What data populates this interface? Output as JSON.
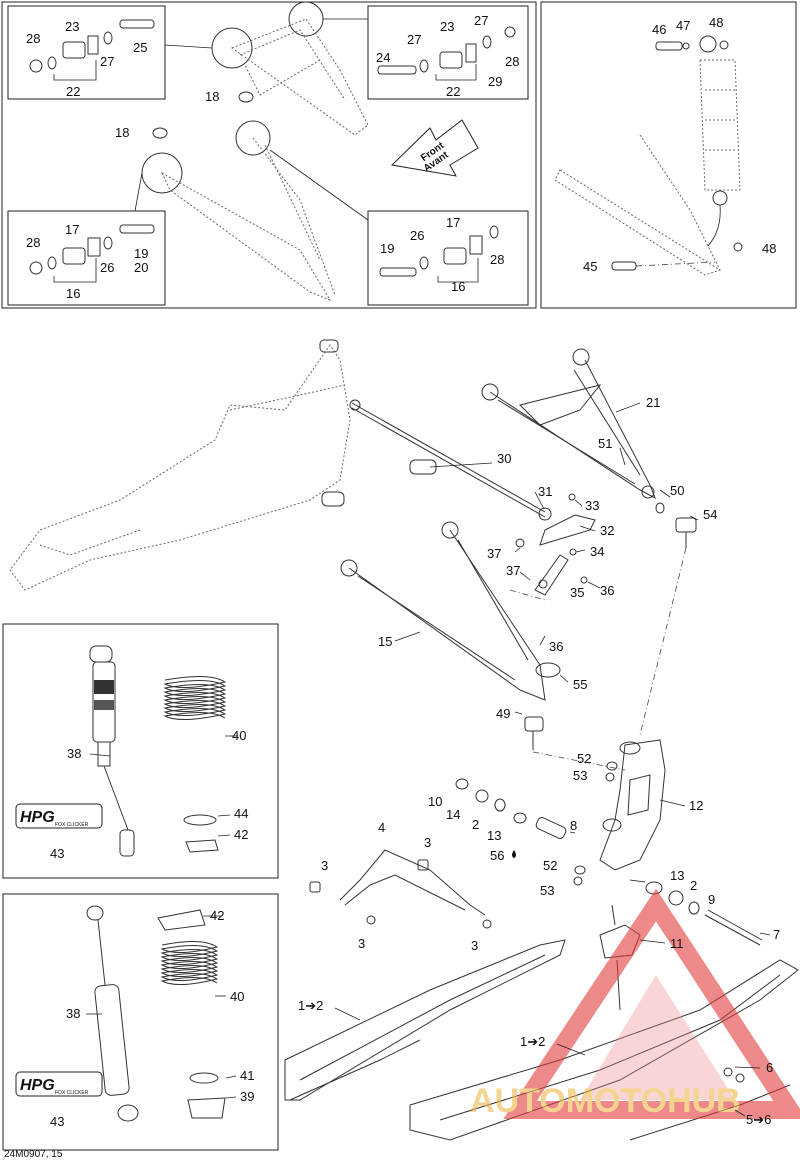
{
  "footer": {
    "code": "24M0907, 15"
  },
  "arrow": {
    "line1": "Front",
    "line2": "Avant"
  },
  "logo": {
    "text": "HPG",
    "sub": "FOX CLICKER"
  },
  "watermark": {
    "text": "AUTOMOTOHUB"
  },
  "labels": {
    "l28a": "28",
    "l23a": "23",
    "l25": "25",
    "l27a": "27",
    "l22a": "22",
    "l23b": "23",
    "l27b": "27",
    "l24": "24",
    "l27c": "27",
    "l28b": "28",
    "l22b": "22",
    "l29": "29",
    "l18a": "18",
    "l18b": "18",
    "l17a": "17",
    "l28c": "28",
    "l19a": "19",
    "l20": "20",
    "l26a": "26",
    "l16a": "16",
    "l17b": "17",
    "l19b": "19",
    "l26b": "26",
    "l28d": "28",
    "l16b": "16",
    "l46": "46",
    "l47": "47",
    "l48a": "48",
    "l48b": "48",
    "l45": "45",
    "l21": "21",
    "l30": "30",
    "l51": "51",
    "l31": "31",
    "l33": "33",
    "l50": "50",
    "l54": "54",
    "l32": "32",
    "l37a": "37",
    "l34": "34",
    "l37b": "37",
    "l36a": "36",
    "l35": "35",
    "l15": "15",
    "l36b": "36",
    "l55": "55",
    "l49": "49",
    "l38a": "38",
    "l40a": "40",
    "l44": "44",
    "l42a": "42",
    "l43a": "43",
    "l52a": "52",
    "l53a": "53",
    "l12": "12",
    "l10": "10",
    "l14": "14",
    "l2a": "2",
    "l13a": "13",
    "l8": "8",
    "l56": "56",
    "l4": "4",
    "l3a": "3",
    "l3b": "3",
    "l3c": "3",
    "l3d": "3",
    "l52b": "52",
    "l53b": "53",
    "l13b": "13",
    "l2b": "2",
    "l9": "9",
    "l7": "7",
    "l11": "11",
    "l42b": "42",
    "l40b": "40",
    "l38b": "38",
    "l41": "41",
    "l39": "39",
    "l43b": "43",
    "l1to2a": "1➔2",
    "l1to2b": "1➔2",
    "l6": "6",
    "l5to6": "5➔6"
  }
}
